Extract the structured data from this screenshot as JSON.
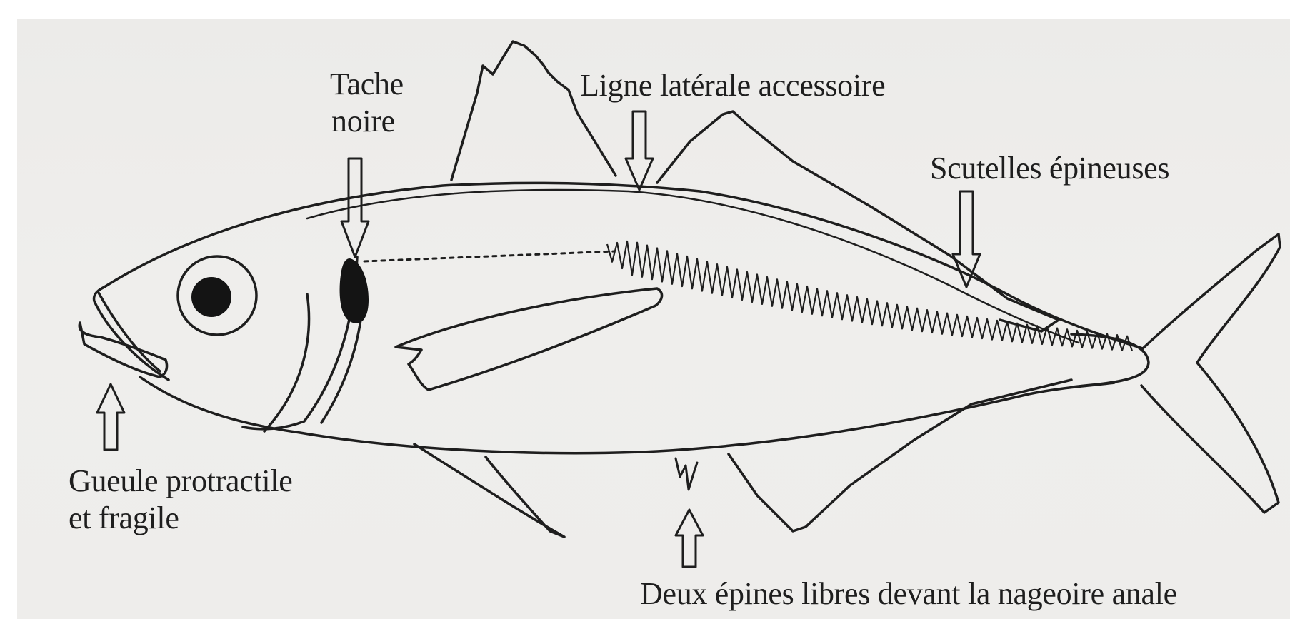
{
  "diagram": {
    "labels": {
      "tache_noire_line1": "Tache",
      "tache_noire_line2": "noire",
      "ligne_laterale": "Ligne latérale accessoire",
      "scutelles": "Scutelles épineuses",
      "gueule_line1": "Gueule protractile",
      "gueule_line2": "et fragile",
      "epines": "Deux épines libres devant la nageoire anale"
    }
  },
  "colors": {
    "ink": "#1e1e1e",
    "paper": "#eeedeb",
    "spot": "#141414"
  }
}
